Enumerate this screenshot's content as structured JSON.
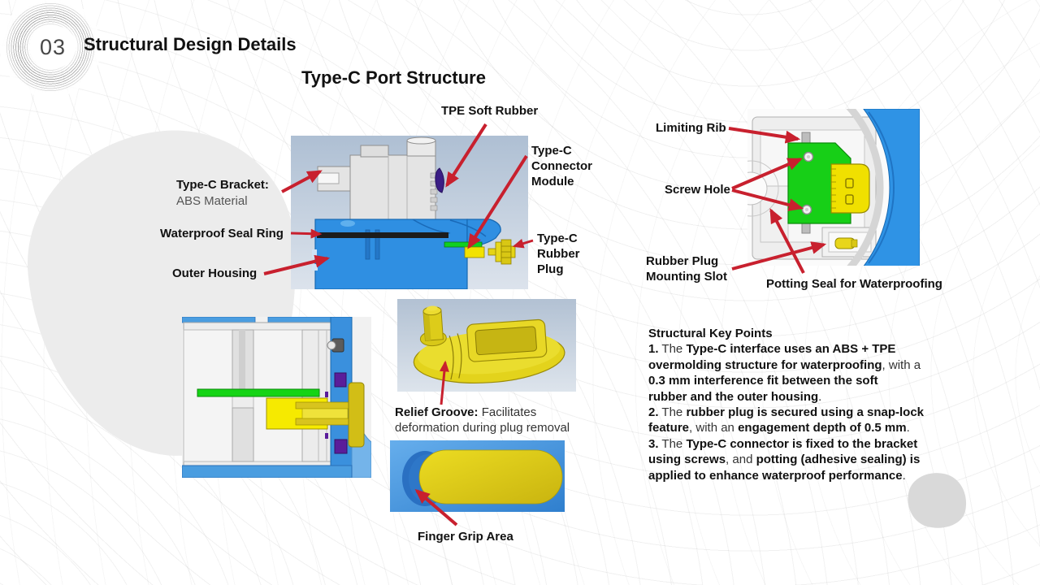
{
  "slide": {
    "badge_number": "03",
    "title": "Structural Design Details",
    "subtitle": "Type-C Port Structure"
  },
  "callouts": {
    "tpe_soft_rubber": "TPE Soft Rubber",
    "bracket_title": "Type-C Bracket:",
    "bracket_material": "ABS Material",
    "waterproof_seal_ring": "Waterproof Seal Ring",
    "outer_housing": "Outer Housing",
    "connector_module": "Type-C\nConnector\nModule",
    "rubber_plug": "Type-C\nRubber\nPlug",
    "limiting_rib": "Limiting Rib",
    "screw_hole": "Screw Hole",
    "mounting_slot": "Rubber Plug\nMounting Slot",
    "potting_seal": "Potting Seal for Waterproofing",
    "finger_grip": "Finger Grip Area"
  },
  "relief_note": {
    "segments": [
      {
        "t": "Relief Groove:",
        "b": true
      },
      {
        "t": " Facilitates\ndeformation during plug removal",
        "b": false
      }
    ]
  },
  "key_points": {
    "title": "Structural Key Points",
    "items": [
      {
        "segments": [
          {
            "t": "1.",
            "b": true
          },
          {
            "t": " The ",
            "b": false
          },
          {
            "t": "Type-C interface uses an ABS + TPE\novermolding structure for waterproofing",
            "b": true
          },
          {
            "t": ", with a\n",
            "b": false
          },
          {
            "t": "0.3 mm interference fit between the soft\nrubber and the outer housing",
            "b": true
          },
          {
            "t": ".",
            "b": false
          }
        ]
      },
      {
        "segments": [
          {
            "t": "2.",
            "b": true
          },
          {
            "t": " The ",
            "b": false
          },
          {
            "t": "rubber plug is secured using a snap-lock\nfeature",
            "b": true
          },
          {
            "t": ", with an ",
            "b": false
          },
          {
            "t": "engagement depth of 0.5 mm",
            "b": true
          },
          {
            "t": ".",
            "b": false
          }
        ]
      },
      {
        "segments": [
          {
            "t": "3.",
            "b": true
          },
          {
            "t": " The ",
            "b": false
          },
          {
            "t": "Type-C connector is fixed to the bracket\nusing screws",
            "b": true
          },
          {
            "t": ", and ",
            "b": false
          },
          {
            "t": "potting (adhesive sealing) is\napplied to enhance waterproof performance",
            "b": true
          },
          {
            "t": ".",
            "b": false
          }
        ]
      }
    ]
  },
  "colors": {
    "accent_red": "#c8202e",
    "cad_blue": "#2f8fe2",
    "cad_green": "#15d415",
    "cad_yellow": "#f2e200",
    "cad_purple": "#3b1e85",
    "render_bg_top": "#aebfd3",
    "render_bg_bottom": "#dce3ec"
  }
}
